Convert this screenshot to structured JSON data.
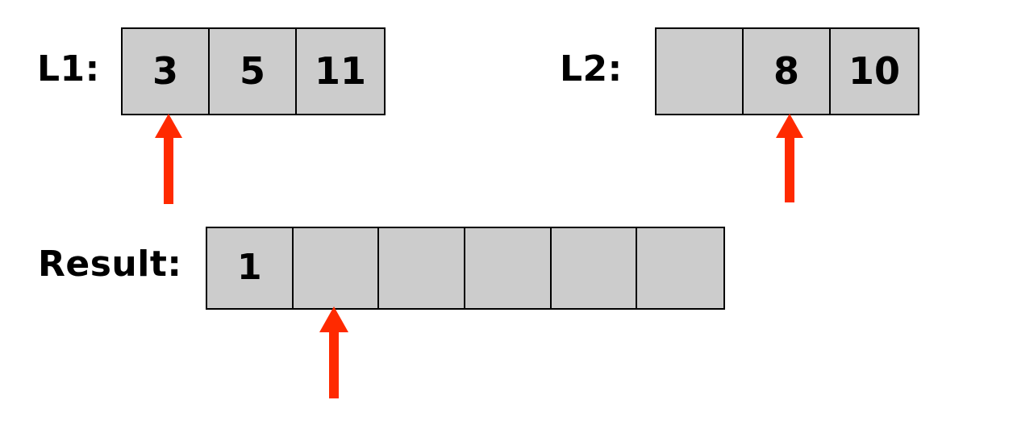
{
  "diagram": {
    "title": "merge-two-sorted-lists-step",
    "background_color": "#ffffff",
    "cell_fill_color": "#cccccc",
    "cell_border_color": "#000000",
    "pointer_color": "#ff2a00",
    "text_color": "#000000"
  },
  "rows": [
    {
      "id": "l1",
      "label": "L1:",
      "cells": [
        "3",
        "5",
        "11"
      ],
      "pointer_cell_index": 0,
      "pointer_icon": "up-arrow-icon"
    },
    {
      "id": "l2",
      "label": "L2:",
      "cells": [
        "",
        "8",
        "10"
      ],
      "pointer_cell_index": 1,
      "pointer_icon": "up-arrow-icon"
    },
    {
      "id": "result",
      "label": "Result:",
      "cells": [
        "1",
        "",
        "",
        "",
        "",
        ""
      ],
      "pointer_cell_index": 1,
      "pointer_icon": "up-arrow-icon"
    }
  ]
}
